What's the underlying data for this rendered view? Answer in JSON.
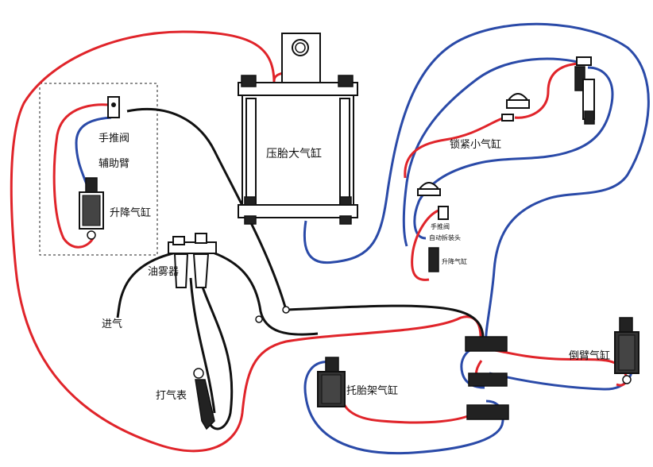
{
  "labels": {
    "manual_valve": "手推阀",
    "aux_arm": "辅助臂",
    "lift_cylinder": "升降气缸",
    "big_cylinder": "压胎大气缸",
    "lock_cylinder": "锁紧小气缸",
    "manual_valve_small": "手推阀",
    "auto_mount_head": "自动拆装头",
    "lift_cylinder_small": "升降气缸",
    "lubricator": "油雾器",
    "air_inlet": "进气",
    "gauge": "打气表",
    "tire_support_cylinder": "托胎架气缸",
    "tilt_arm_cylinder": "倒臂气缸"
  },
  "colors": {
    "red_hose": "#e0242a",
    "blue_hose": "#2a4aa8",
    "black_hose": "#111111"
  }
}
